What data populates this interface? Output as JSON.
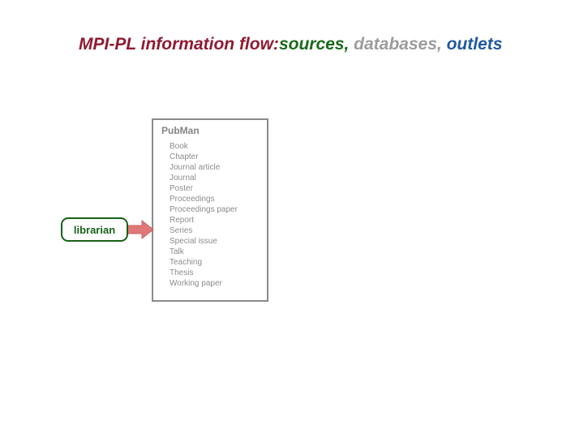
{
  "slide": {
    "title": {
      "segments": [
        {
          "text": "MPI-PL information flow:",
          "color": "#8E1B32"
        },
        {
          "text": "sources,",
          "color": "#1A691A"
        },
        {
          "text": " databases,",
          "color": "#9C9C9C"
        },
        {
          "text": " outlets",
          "color": "#2059A0"
        }
      ]
    },
    "pubman_box": {
      "title": "PubMan",
      "items": [
        "Book",
        "Chapter",
        "Journal article",
        "Journal",
        "Poster",
        "Proceedings",
        "Proceedings paper",
        "Report",
        "Series",
        "Special issue",
        "Talk",
        "Teaching",
        "Thesis",
        "Working paper"
      ],
      "border_color": "#8A8A8A",
      "text_color": "#8C8C8C"
    },
    "librarian_shape": {
      "label": "librarian",
      "color": "#186118"
    },
    "flow_arrow": {
      "fill_color": "#E07878",
      "stroke_color": "#C86060"
    }
  }
}
